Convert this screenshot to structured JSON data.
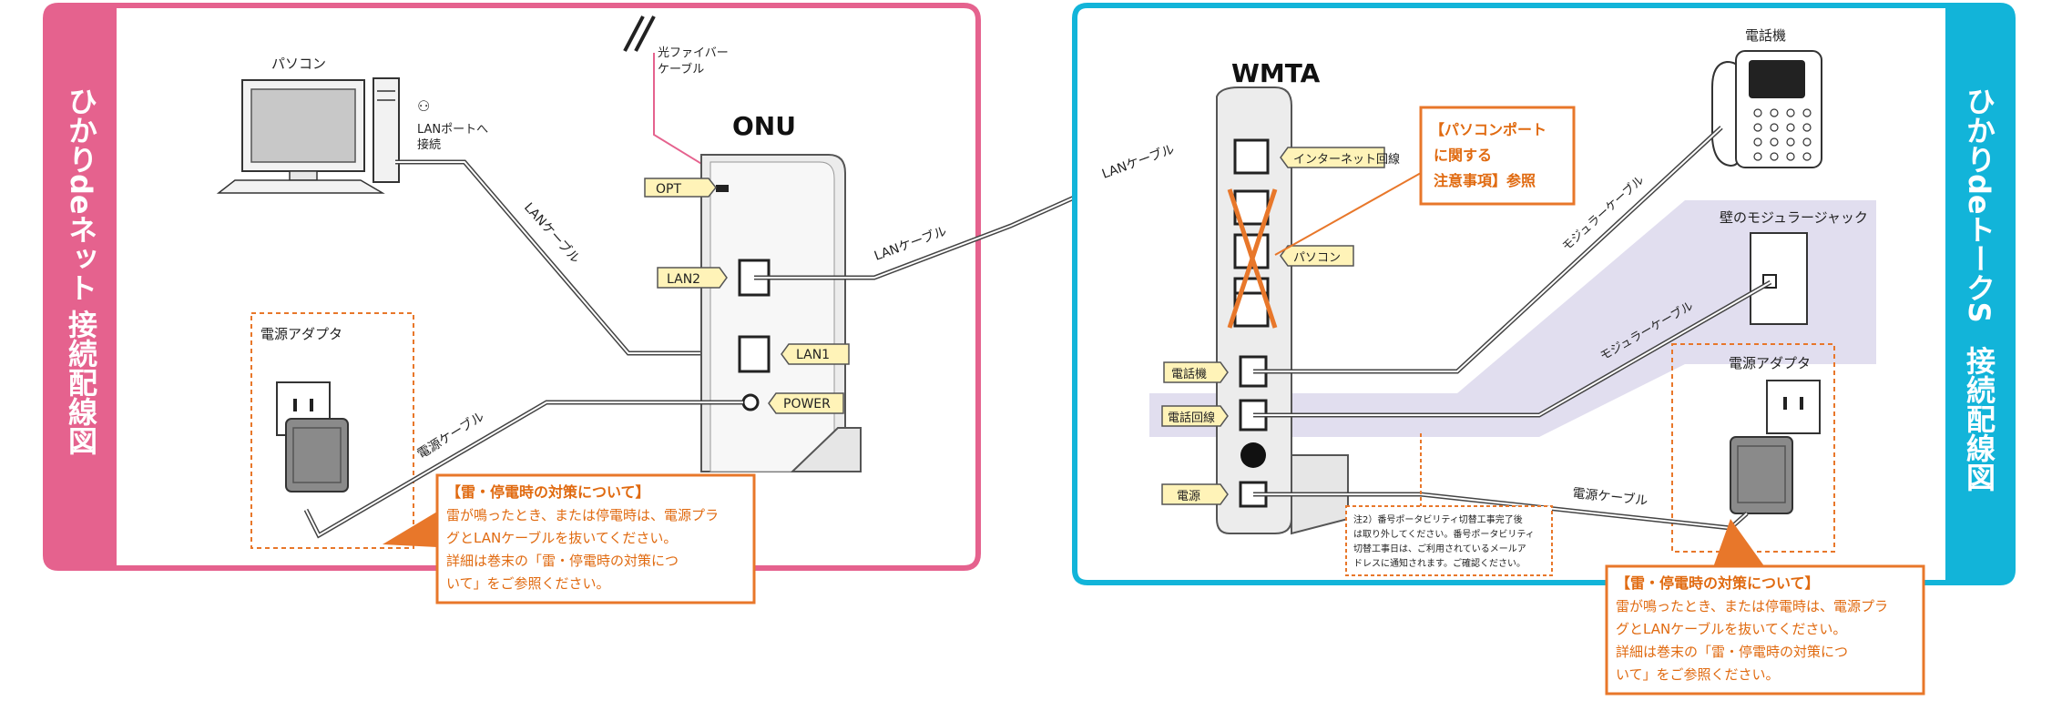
{
  "left_panel": {
    "title_part1": "ひかりdeネット",
    "title_part2": "接続配線図",
    "pc_label": "パソコン",
    "lan_port_label_1": "LANポートへ",
    "lan_port_label_2": "接続",
    "lan_cable_label": "LANケーブル",
    "adapter_label": "電源アダプタ",
    "power_cable_label": "電源ケーブル",
    "fiber_label_1": "光ファイバー",
    "fiber_label_2": "ケーブル",
    "onu_title": "ONU",
    "port_opt": "OPT",
    "port_lan2": "LAN2",
    "port_lan1": "LAN1",
    "port_power": "POWER",
    "onu_wmta_cable_label": "LANケーブル",
    "notice": {
      "title": "【雷・停電時の対策について】",
      "line1": "雷が鳴ったとき、または停電時は、電源プラ",
      "line2": "グとLANケーブルを抜いてください。",
      "line3": "詳細は巻末の「雷・停電時の対策につ",
      "line4": "いて」をご参照ください。"
    }
  },
  "right_panel": {
    "title_part1": "ひかりdeトークS",
    "title_part2": "接続配線図",
    "wmta_title": "WMTA",
    "port_internet": "インターネット回線",
    "port_pc": "パソコン",
    "port_phone": "電話機",
    "port_line": "電話回線",
    "port_power": "電源",
    "lan_cable_label": "LANケーブル",
    "pc_port_note_1": "【パソコンポート",
    "pc_port_note_2": "に関する",
    "pc_port_note_3": "注意事項】参照",
    "phone_label": "電話機",
    "modular_cable_label_1": "モジュラーケーブル",
    "wall_jack_label": "壁のモジュラージャック",
    "modular_cable_label_2": "モジュラーケーブル",
    "adapter_label": "電源アダプタ",
    "power_cable_label": "電源ケーブル",
    "footnote_1": "注2）番号ポータビリティ切替工事完了後",
    "footnote_2": "は取り外してください。番号ポータビリティ",
    "footnote_3": "切替工事日は、ご利用されているメールア",
    "footnote_4": "ドレスに通知されます。ご確認ください。",
    "notice": {
      "title": "【雷・停電時の対策について】",
      "line1": "雷が鳴ったとき、または停電時は、電源プラ",
      "line2": "グとLANケーブルを抜いてください。",
      "line3": "詳細は巻末の「雷・停電時の対策につ",
      "line4": "いて」をご参照ください。"
    }
  },
  "colors": {
    "left_accent": "#e5628e",
    "right_accent": "#12b4d9",
    "notice_orange": "#e8772a",
    "label_yellow": "#fff3b8",
    "wire_gray": "#666666",
    "zone_lavender": "#dcd8ec",
    "cross_orange": "#e8772a"
  }
}
